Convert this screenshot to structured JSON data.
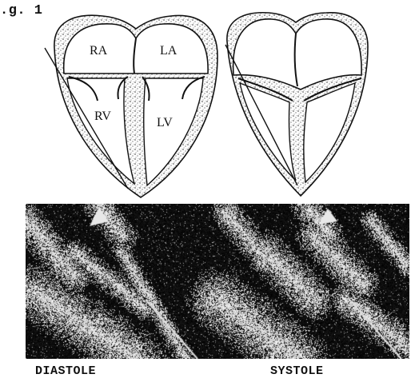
{
  "figure_label": ".g. 1",
  "chambers": {
    "ra": "RA",
    "la": "LA",
    "rv": "RV",
    "lv": "LV"
  },
  "captions": {
    "diastole": "DIASTOLE",
    "systole": "SYSTOLE"
  }
}
